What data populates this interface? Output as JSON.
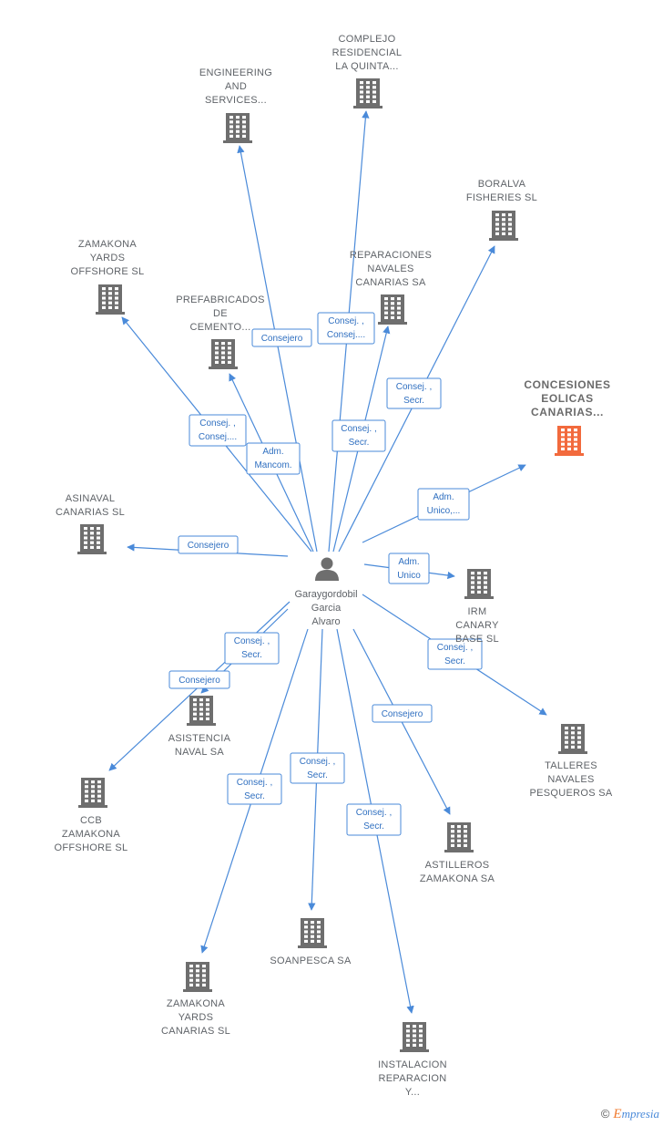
{
  "center": {
    "lines": [
      "Garaygordobil",
      "Garcia",
      "Alvaro"
    ],
    "icon": "person-icon"
  },
  "colors": {
    "edge": "#4a8ad9",
    "building": "#6e6e6e",
    "focus_building": "#f26a3d",
    "label": "#5f6368"
  },
  "nodes": [
    {
      "id": "complejo",
      "lines": [
        "COMPLEJO",
        "RESIDENCIAL",
        "LA QUINTA..."
      ],
      "icon": "building-icon"
    },
    {
      "id": "engineering",
      "lines": [
        "ENGINEERING",
        "AND",
        "SERVICES..."
      ],
      "icon": "building-icon"
    },
    {
      "id": "boralva",
      "lines": [
        "BORALVA",
        "FISHERIES SL"
      ],
      "icon": "building-icon"
    },
    {
      "id": "reparaciones",
      "lines": [
        "REPARACIONES",
        "NAVALES",
        "CANARIAS SA"
      ],
      "icon": "building-icon"
    },
    {
      "id": "zamakona-offshore",
      "lines": [
        "ZAMAKONA",
        "YARDS",
        "OFFSHORE  SL"
      ],
      "icon": "building-icon"
    },
    {
      "id": "prefabricados",
      "lines": [
        "PREFABRICADOS",
        "DE",
        "CEMENTO..."
      ],
      "icon": "building-icon"
    },
    {
      "id": "concesiones",
      "lines": [
        "CONCESIONES",
        "EOLICAS",
        "CANARIAS..."
      ],
      "icon": "building-icon",
      "focus": true
    },
    {
      "id": "asinaval",
      "lines": [
        "ASINAVAL",
        "CANARIAS  SL"
      ],
      "icon": "building-icon"
    },
    {
      "id": "irm",
      "lines": [
        "IRM",
        "CANARY",
        "BASE  SL"
      ],
      "icon": "building-icon"
    },
    {
      "id": "asistencia",
      "lines": [
        "ASISTENCIA",
        "NAVAL SA"
      ],
      "icon": "building-icon"
    },
    {
      "id": "talleres",
      "lines": [
        "TALLERES",
        "NAVALES",
        "PESQUEROS SA"
      ],
      "icon": "building-icon"
    },
    {
      "id": "ccb",
      "lines": [
        "CCB",
        "ZAMAKONA",
        "OFFSHORE  SL"
      ],
      "icon": "building-icon"
    },
    {
      "id": "astilleros",
      "lines": [
        "ASTILLEROS",
        "ZAMAKONA SA"
      ],
      "icon": "building-icon"
    },
    {
      "id": "soanpesca",
      "lines": [
        "SOANPESCA SA"
      ],
      "icon": "building-icon"
    },
    {
      "id": "zamakona-canarias",
      "lines": [
        "ZAMAKONA",
        "YARDS",
        "CANARIAS  SL"
      ],
      "icon": "building-icon"
    },
    {
      "id": "instalacion",
      "lines": [
        "INSTALACION",
        "REPARACION",
        "Y..."
      ],
      "icon": "building-icon"
    }
  ],
  "edges": [
    {
      "target": "complejo",
      "lines": [
        "Consej. ,",
        "Consej...."
      ]
    },
    {
      "target": "engineering",
      "lines": [
        "Consejero"
      ]
    },
    {
      "target": "boralva",
      "lines": [
        "Consej. ,",
        "Secr."
      ]
    },
    {
      "target": "reparaciones",
      "lines": [
        "Consej. ,",
        "Secr."
      ]
    },
    {
      "target": "zamakona-offshore",
      "lines": [
        "Consej. ,",
        "Consej...."
      ]
    },
    {
      "target": "prefabricados",
      "lines": [
        "Adm.",
        "Mancom."
      ]
    },
    {
      "target": "concesiones",
      "lines": [
        "Adm.",
        "Unico,..."
      ]
    },
    {
      "target": "asinaval",
      "lines": [
        "Consejero"
      ]
    },
    {
      "target": "irm",
      "lines": [
        "Adm.",
        "Unico"
      ]
    },
    {
      "target": "asistencia",
      "lines": [
        "Consej. ,",
        "Secr."
      ]
    },
    {
      "target": "talleres",
      "lines": [
        "Consej. ,",
        "Secr."
      ]
    },
    {
      "target": "ccb",
      "lines": [
        "Consejero"
      ]
    },
    {
      "target": "astilleros",
      "lines": [
        "Consejero"
      ]
    },
    {
      "target": "soanpesca",
      "lines": [
        "Consej. ,",
        "Secr."
      ]
    },
    {
      "target": "zamakona-canarias",
      "lines": [
        "Consej. ,",
        "Secr."
      ]
    },
    {
      "target": "instalacion",
      "lines": [
        "Consej. ,",
        "Secr."
      ]
    }
  ],
  "brand": {
    "copyright": "©",
    "first": "E",
    "rest": "mpresia"
  }
}
